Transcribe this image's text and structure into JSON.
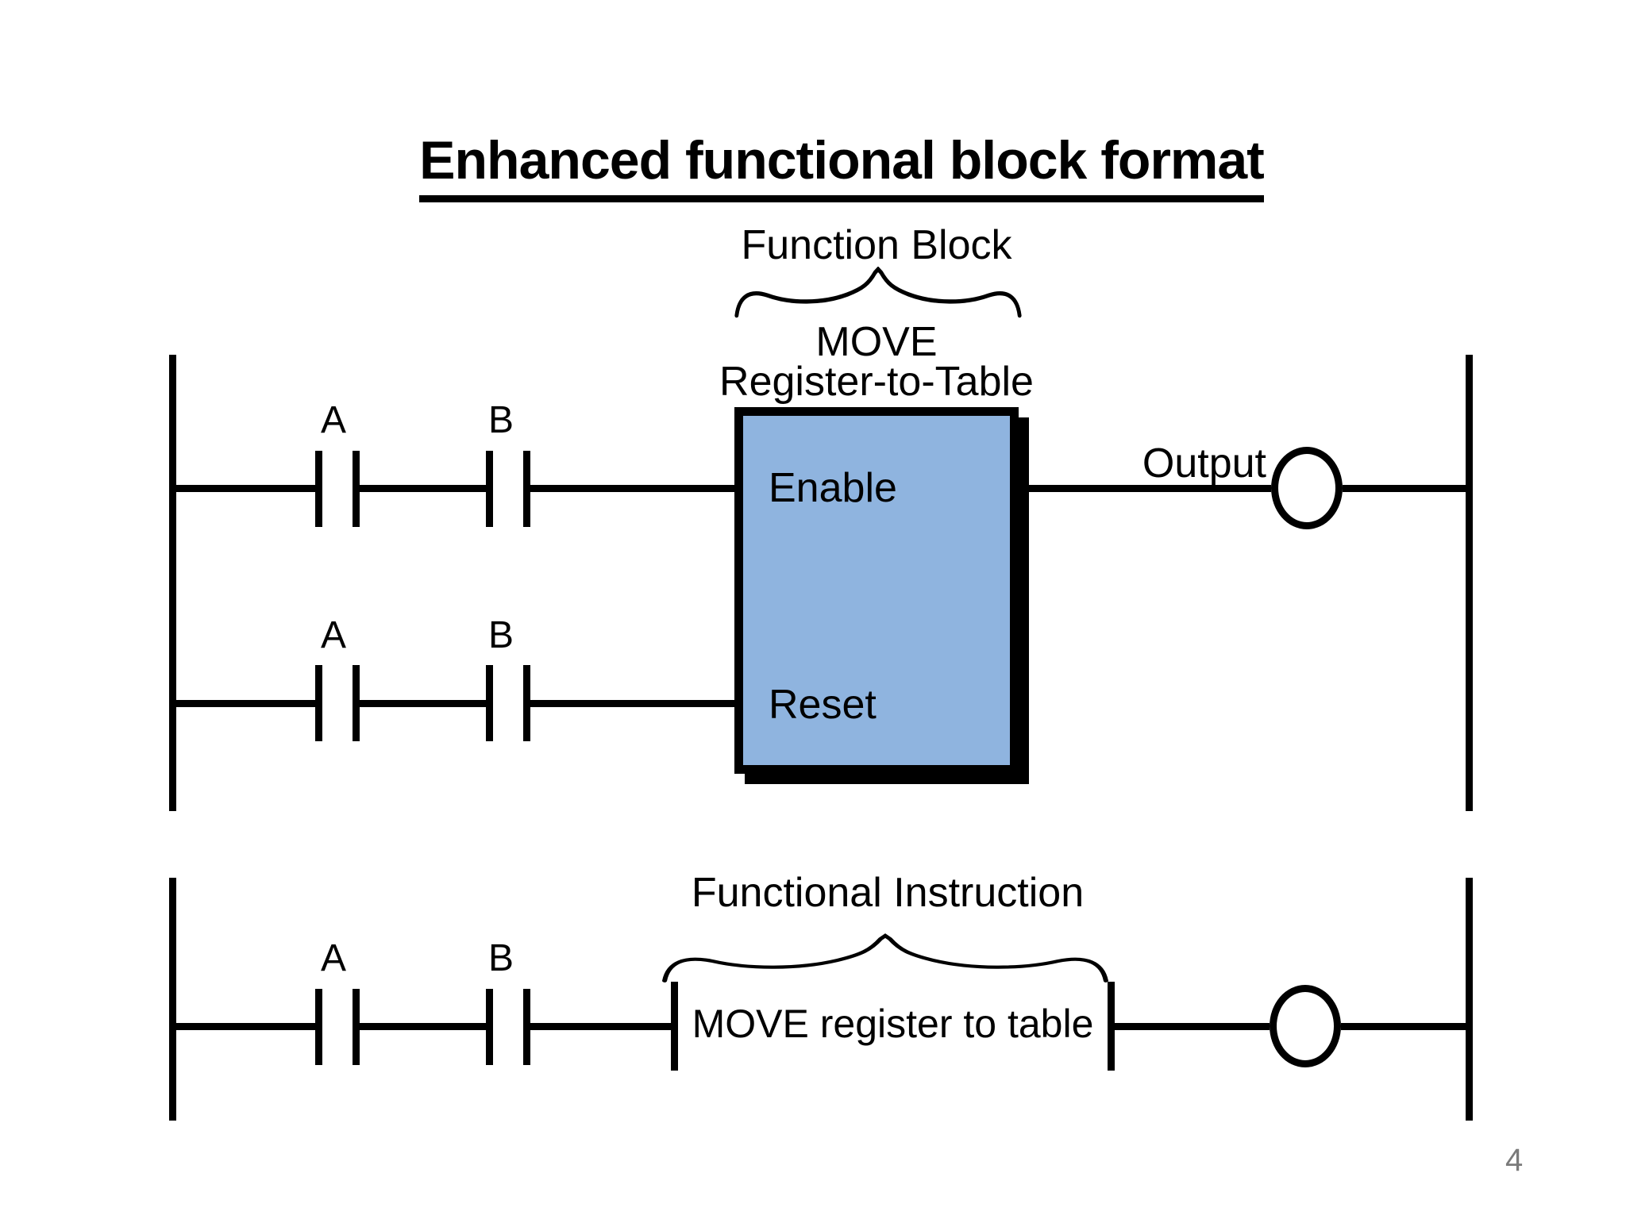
{
  "slide": {
    "title": "Enhanced functional block format",
    "page_number": "4"
  },
  "colors": {
    "background": "#ffffff",
    "ink": "#000000",
    "block_fill": "#8fb4df",
    "page_number_gray": "#7a7a7a"
  },
  "top_diagram": {
    "annotation": "Function Block",
    "block": {
      "name_line1": "MOVE",
      "name_line2": "Register-to-Table",
      "port_enable": "Enable",
      "port_reset": "Reset"
    },
    "rung_enable": {
      "contact_a": "A",
      "contact_b": "B"
    },
    "rung_reset": {
      "contact_a": "A",
      "contact_b": "B"
    },
    "output_label": "Output"
  },
  "bottom_diagram": {
    "annotation": "Functional Instruction",
    "rung": {
      "contact_a": "A",
      "contact_b": "B",
      "instruction": "MOVE register to table"
    }
  }
}
